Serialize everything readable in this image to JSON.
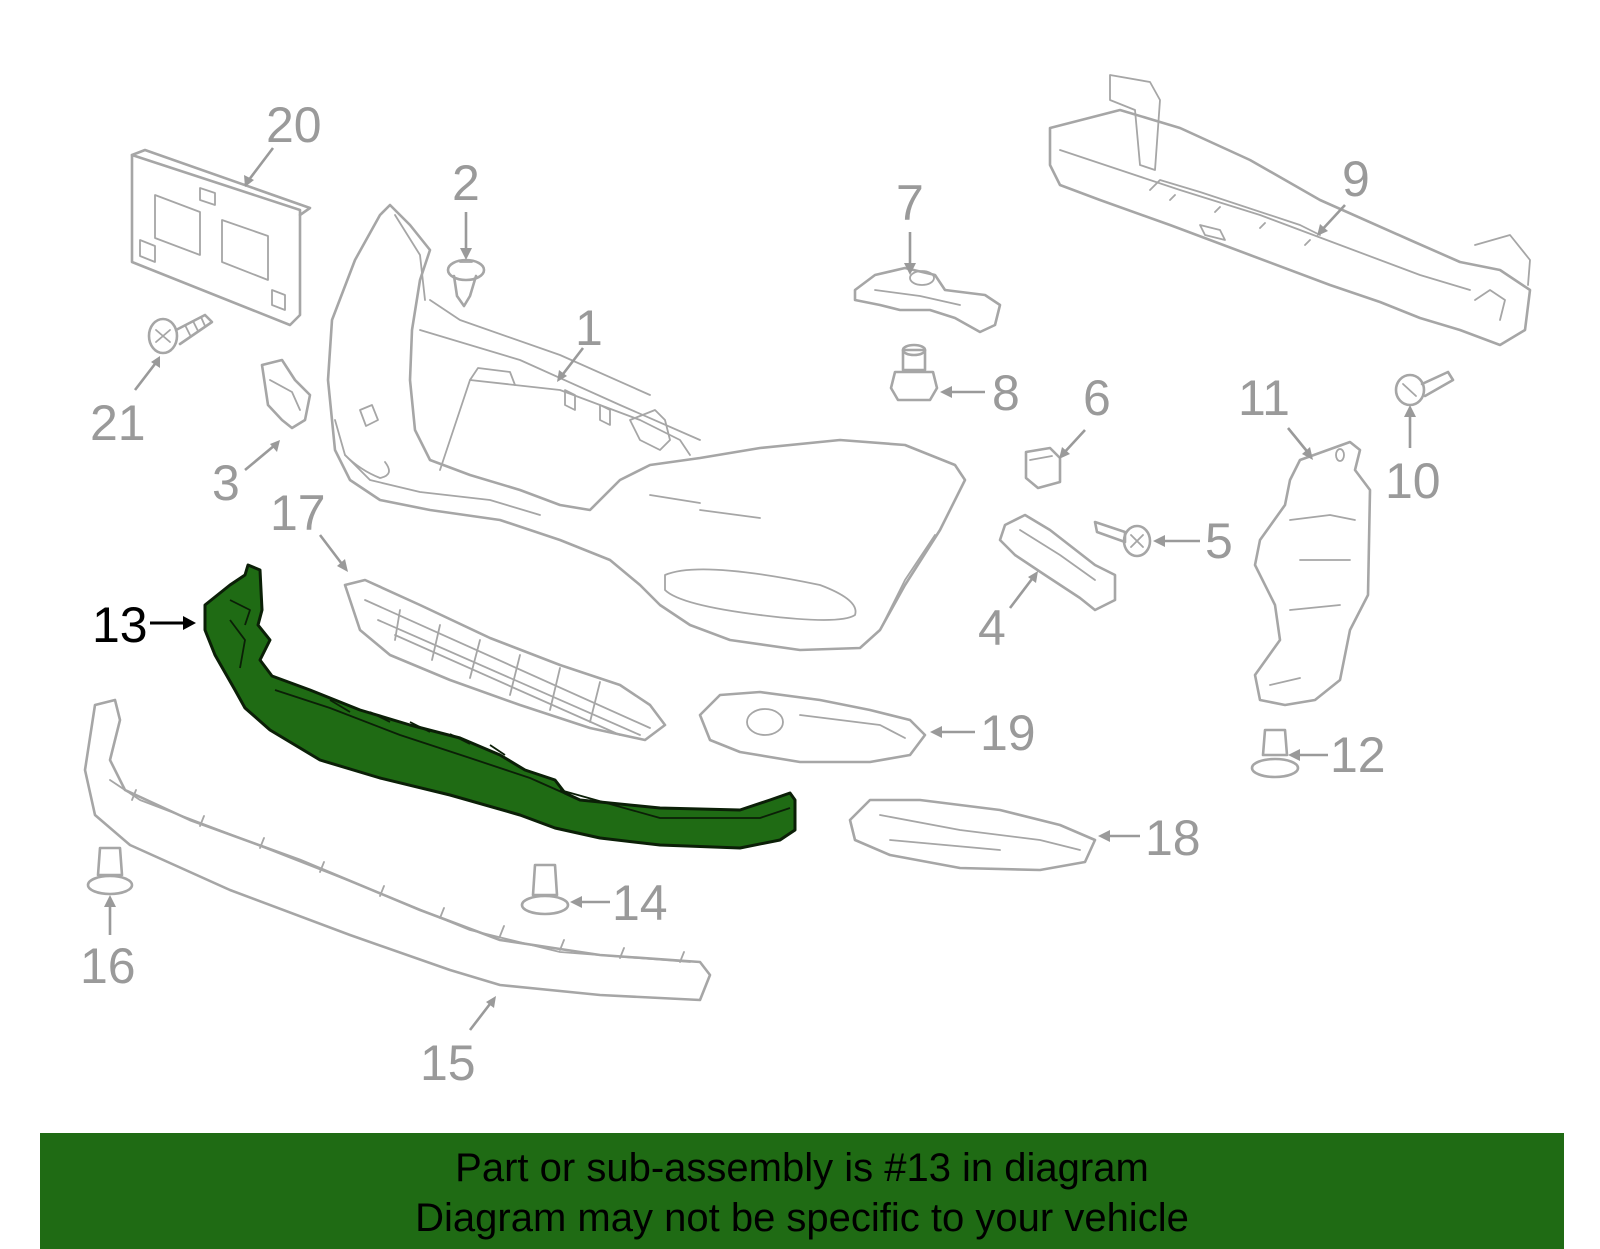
{
  "diagram": {
    "highlight_color": "#1f6b14",
    "line_color": "#a6a6a6",
    "label_color": "#9a9a9a",
    "highlighted_part": "13",
    "callouts": [
      {
        "id": "c1",
        "label": "1"
      },
      {
        "id": "c2",
        "label": "2"
      },
      {
        "id": "c3",
        "label": "3"
      },
      {
        "id": "c4",
        "label": "4"
      },
      {
        "id": "c5",
        "label": "5"
      },
      {
        "id": "c6",
        "label": "6"
      },
      {
        "id": "c7",
        "label": "7"
      },
      {
        "id": "c8",
        "label": "8"
      },
      {
        "id": "c9",
        "label": "9"
      },
      {
        "id": "c10",
        "label": "10"
      },
      {
        "id": "c11",
        "label": "11"
      },
      {
        "id": "c12",
        "label": "12"
      },
      {
        "id": "c13",
        "label": "13"
      },
      {
        "id": "c14",
        "label": "14"
      },
      {
        "id": "c15",
        "label": "15"
      },
      {
        "id": "c16",
        "label": "16"
      },
      {
        "id": "c17",
        "label": "17"
      },
      {
        "id": "c18",
        "label": "18"
      },
      {
        "id": "c19",
        "label": "19"
      },
      {
        "id": "c20",
        "label": "20"
      },
      {
        "id": "c21",
        "label": "21"
      }
    ]
  },
  "banner": {
    "background": "#1f6b14",
    "line1": "Part or sub-assembly is #13 in diagram",
    "line2": "Diagram may not be specific to your vehicle"
  }
}
